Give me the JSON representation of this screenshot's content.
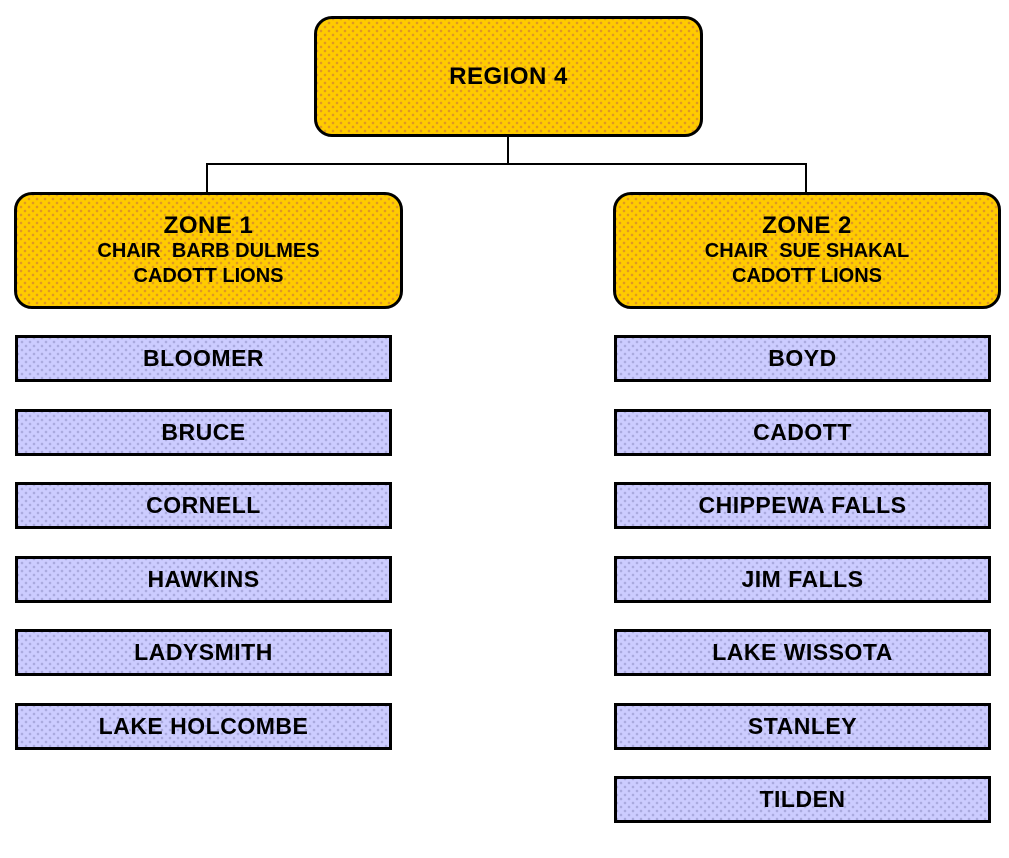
{
  "diagram": {
    "type": "org-chart",
    "region": {
      "label": "REGION 4"
    },
    "zones": [
      {
        "title": "ZONE 1",
        "chair": "CHAIR  BARB DULMES",
        "club": "CADOTT LIONS",
        "members": [
          "BLOOMER",
          "BRUCE",
          "CORNELL",
          "HAWKINS",
          "LADYSMITH",
          "LAKE HOLCOMBE"
        ]
      },
      {
        "title": "ZONE 2",
        "chair": "CHAIR  SUE SHAKAL",
        "club": "CADOTT LIONS",
        "members": [
          "BOYD",
          "CADOTT",
          "CHIPPEWA FALLS",
          "JIM FALLS",
          "LAKE WISSOTA",
          "STANLEY",
          "TILDEN"
        ]
      }
    ],
    "colors": {
      "zone_fill": "#FFCB00",
      "zone_dot": "#DE9726",
      "member_fill": "#CCCCFF",
      "member_dot": "#A9A9DD",
      "border": "#000000",
      "connector": "#000000",
      "text": "#000000",
      "background": "#FFFFFF"
    }
  }
}
